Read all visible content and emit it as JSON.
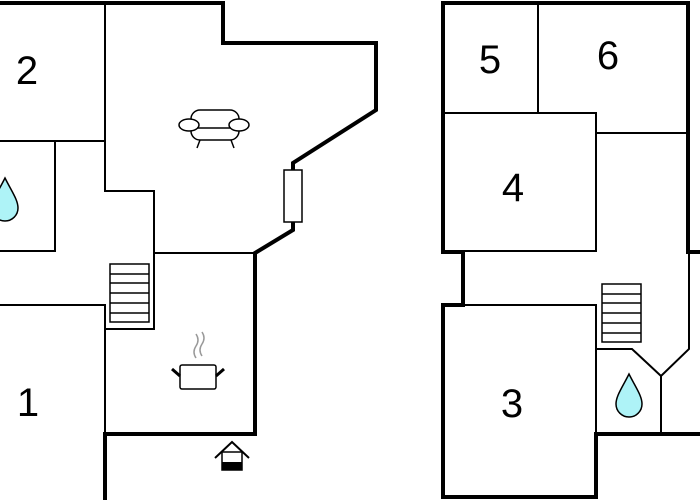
{
  "floor_plan": {
    "rooms": [
      {
        "id": "room-1",
        "label": "1"
      },
      {
        "id": "room-2",
        "label": "2"
      },
      {
        "id": "room-3",
        "label": "3"
      },
      {
        "id": "room-4",
        "label": "4"
      },
      {
        "id": "room-5",
        "label": "5"
      },
      {
        "id": "room-6",
        "label": "6"
      }
    ],
    "icons": [
      "sofa-icon",
      "cooking-pot-icon",
      "entrance-icon",
      "water-drop-icon",
      "stairs-icon",
      "window-icon"
    ],
    "colors": {
      "water": "#aef3f7",
      "walls": "#000000"
    }
  }
}
